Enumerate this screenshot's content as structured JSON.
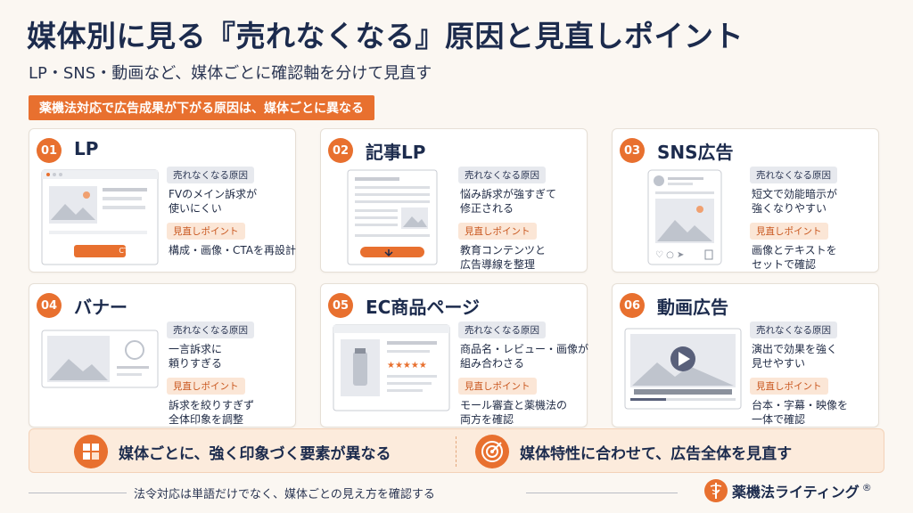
{
  "header": {
    "title": "媒体別に見る『売れなくなる』原因と見直しポイント",
    "subtitle": "LP・SNS・動画など、媒体ごとに確認軸を分けて見直す",
    "banner": "薬機法対応で広告成果が下がる原因は、媒体ごとに異なる"
  },
  "labels": {
    "reason": "売れなくなる原因",
    "point": "見直しポイント"
  },
  "cards": [
    {
      "num": "01",
      "title": "LP",
      "reason": [
        "FVのメイン訴求が",
        "使いにくい"
      ],
      "point": [
        "構成・画像・CTAを再設計"
      ],
      "illus_label": "CTA"
    },
    {
      "num": "02",
      "title": "記事LP",
      "reason": [
        "悩み訴求が強すぎて",
        "修正される"
      ],
      "point": [
        "教育コンテンツと",
        "広告導線を整理"
      ]
    },
    {
      "num": "03",
      "title": "SNS広告",
      "reason": [
        "短文で効能暗示が",
        "強くなりやすい"
      ],
      "point": [
        "画像とテキストを",
        "セットで確認"
      ]
    },
    {
      "num": "04",
      "title": "バナー",
      "reason": [
        "一言訴求に",
        "頼りすぎる"
      ],
      "point": [
        "訴求を絞りすぎず",
        "全体印象を調整"
      ]
    },
    {
      "num": "05",
      "title": "EC商品ページ",
      "reason": [
        "商品名・レビュー・画像が",
        "組み合わさる"
      ],
      "point": [
        "モール審査と薬機法の",
        "両方を確認"
      ]
    },
    {
      "num": "06",
      "title": "動画広告",
      "reason": [
        "演出で効果を強く",
        "見せやすい"
      ],
      "point": [
        "台本・字幕・映像を",
        "一体で確認"
      ]
    }
  ],
  "bottom": {
    "left": "媒体ごとに、強く印象づく要素が異なる",
    "right": "媒体特性に合わせて、広告全体を見直す"
  },
  "footer": {
    "text": "法令対応は単語だけでなく、媒体ごとの見え方を確認する",
    "brand": "薬機法ライティング",
    "reg": "®"
  },
  "colors": {
    "accent": "#e8702f",
    "navy": "#1c2b4d",
    "reason_tag": "#e7e9ee",
    "point_tag": "#fbe6d6"
  },
  "icons": [
    "puzzle-icon",
    "target-icon",
    "caduceus-icon",
    "play-icon",
    "image-placeholder-icon",
    "download-arrow-icon"
  ]
}
